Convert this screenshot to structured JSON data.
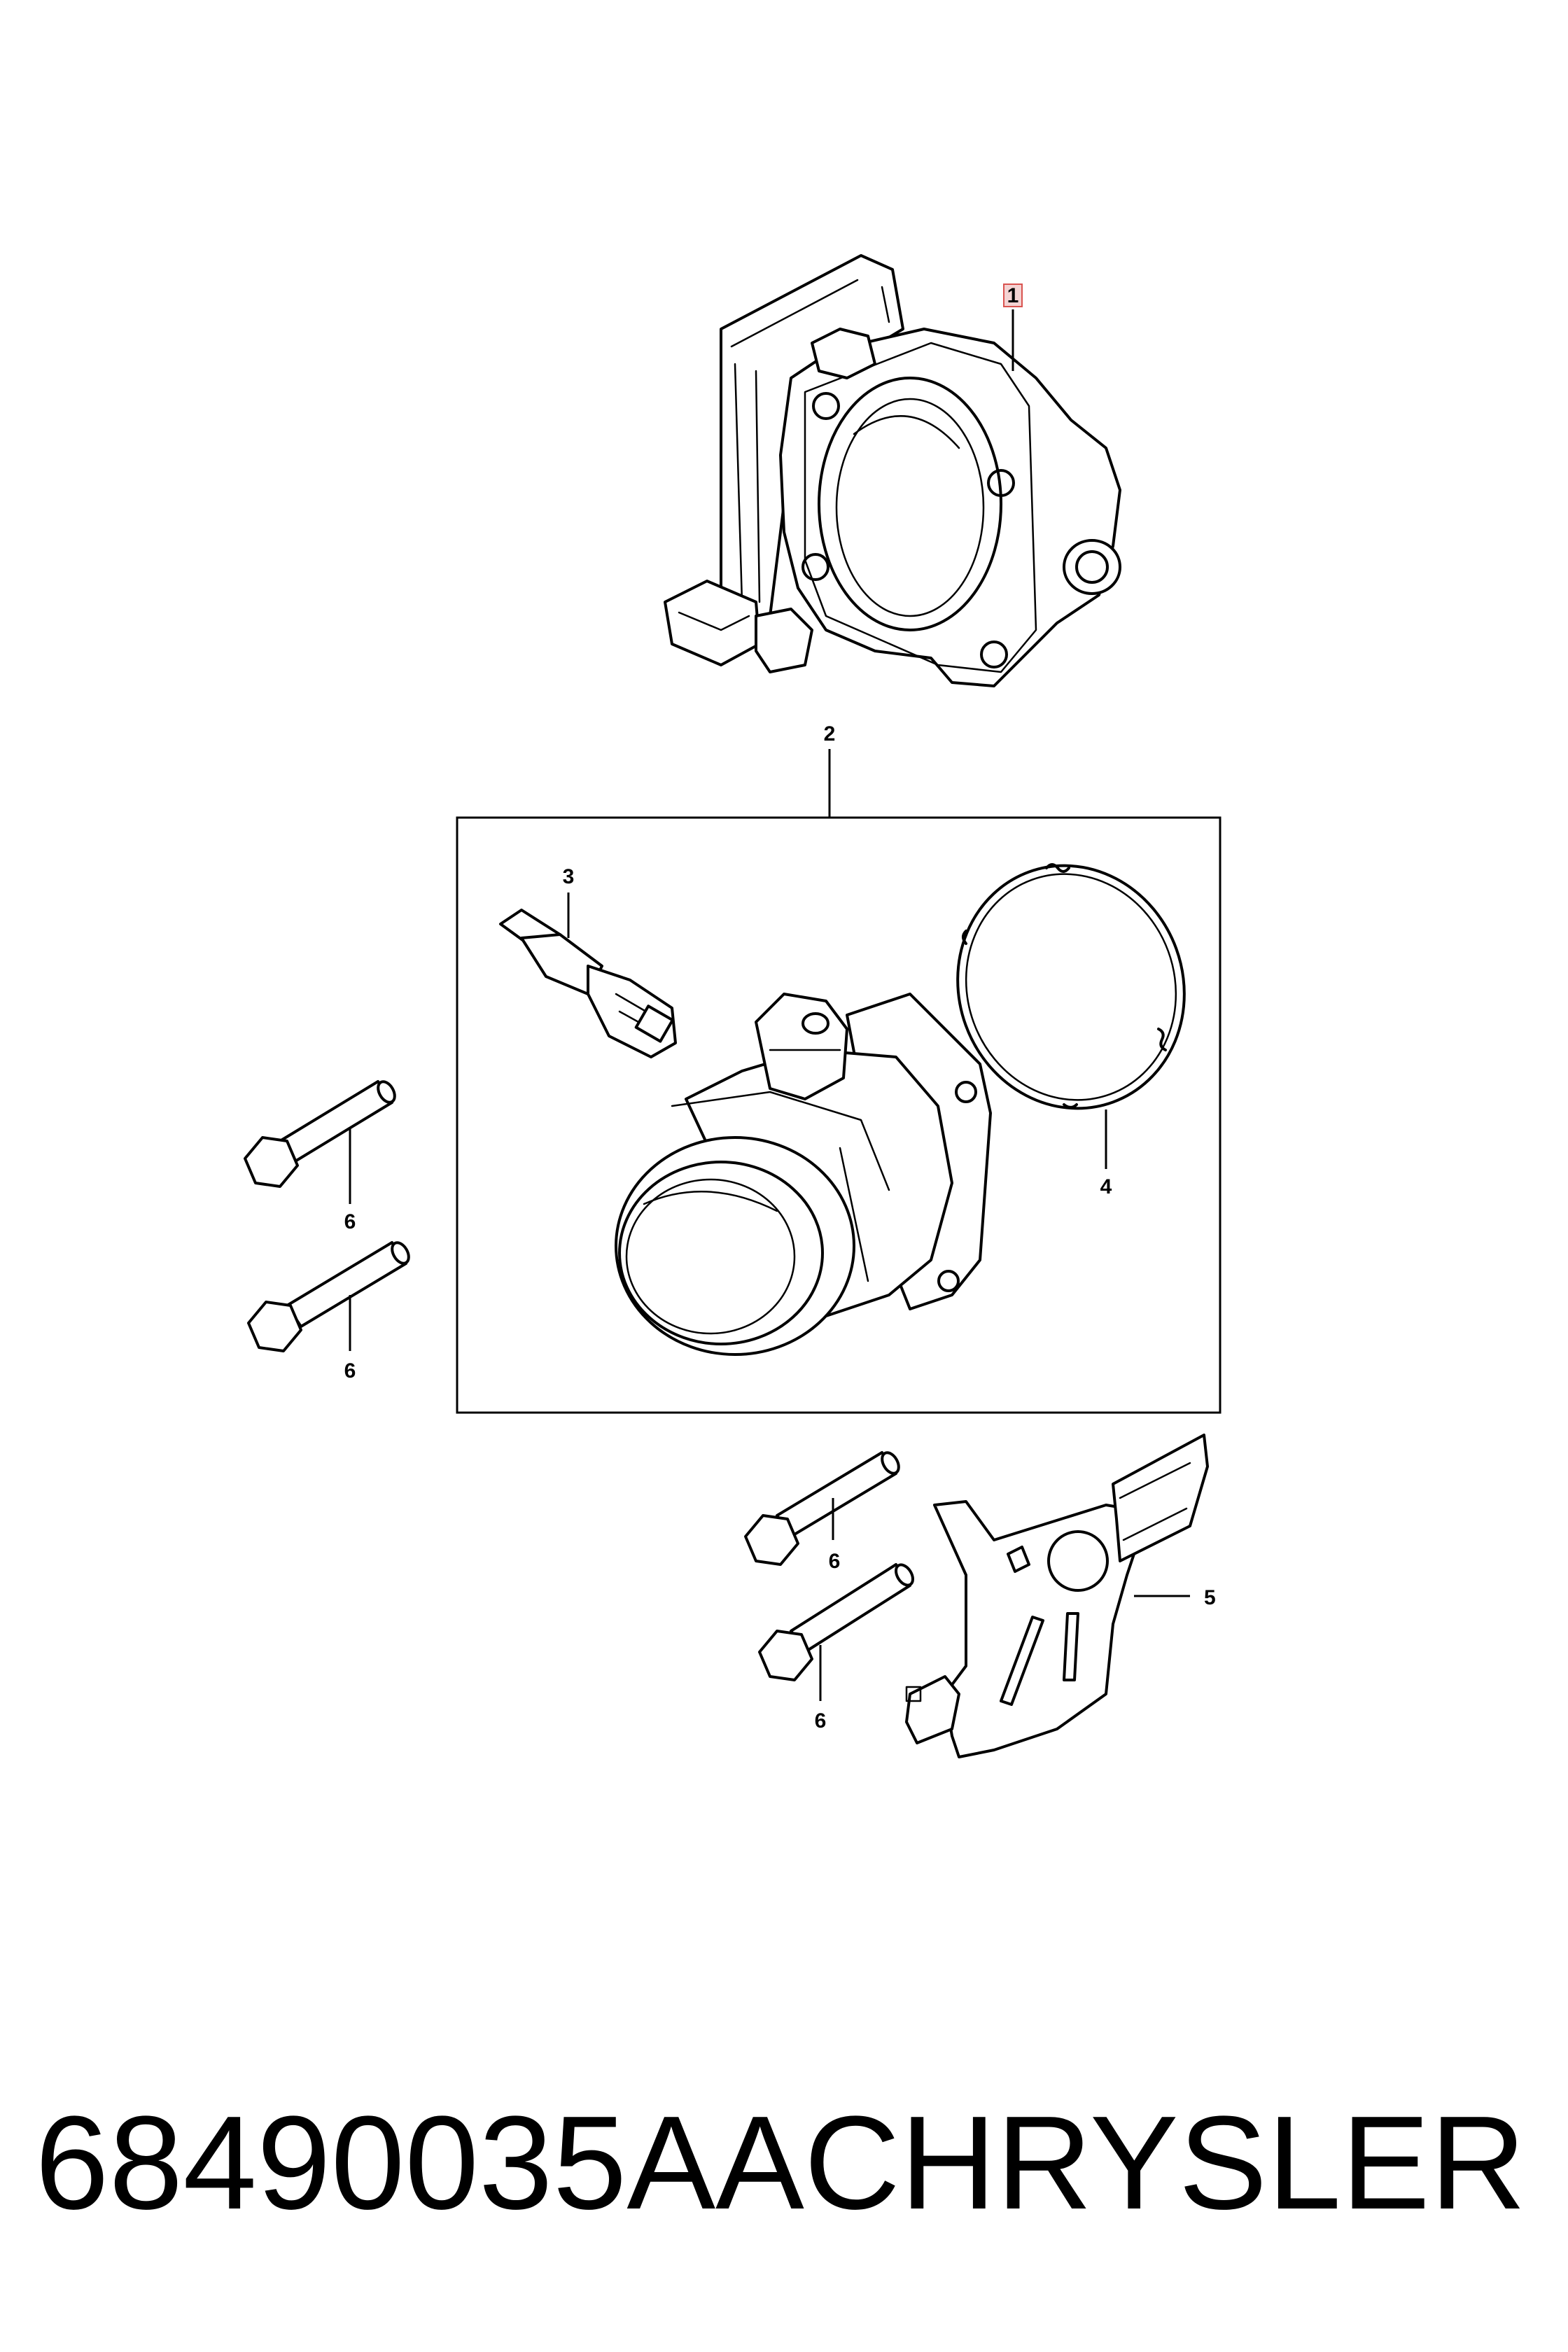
{
  "callouts": {
    "c1": "1",
    "c2": "2",
    "c3": "3",
    "c4": "4",
    "c5": "5",
    "c6a": "6",
    "c6b": "6",
    "c6c": "6",
    "c6d": "6"
  },
  "footer": {
    "part_number": "68490035AA",
    "brand": "CHRYSLER"
  },
  "colors": {
    "line": "#000000",
    "highlight": "#d9534f"
  }
}
